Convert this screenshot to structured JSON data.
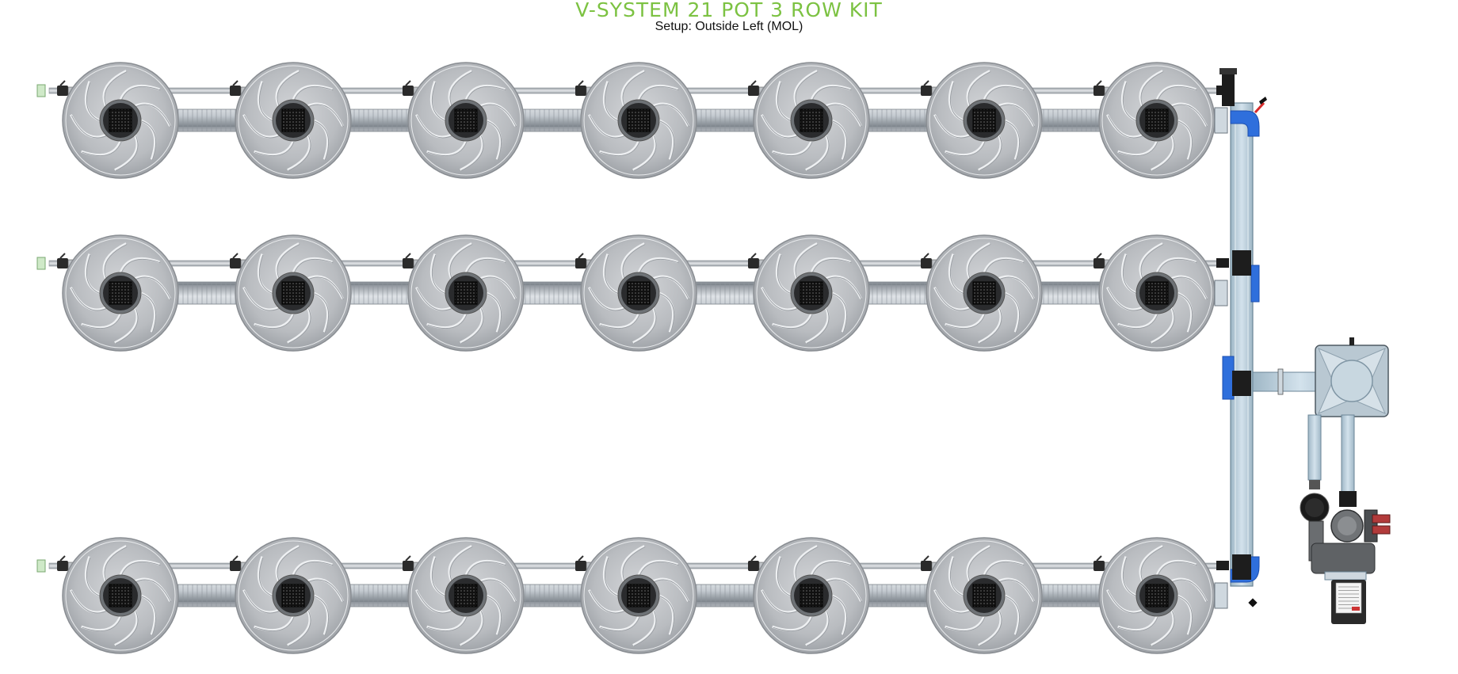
{
  "header": {
    "title": "V-SYSTEM 21 POT 3 ROW KIT",
    "subtitle": "Setup: Outside Left (MOL)"
  },
  "layout": {
    "rows": 3,
    "pots_per_row": 7,
    "total_pots": 21
  },
  "colors": {
    "title_green": "#7cc242",
    "pot_grey": "#b5b8bc",
    "pipe_blue": "#2f6fdc",
    "manifold_light_blue": "#b8cfdd",
    "fitting_black": "#1c1c1c",
    "valve_red": "#d62a2a"
  }
}
